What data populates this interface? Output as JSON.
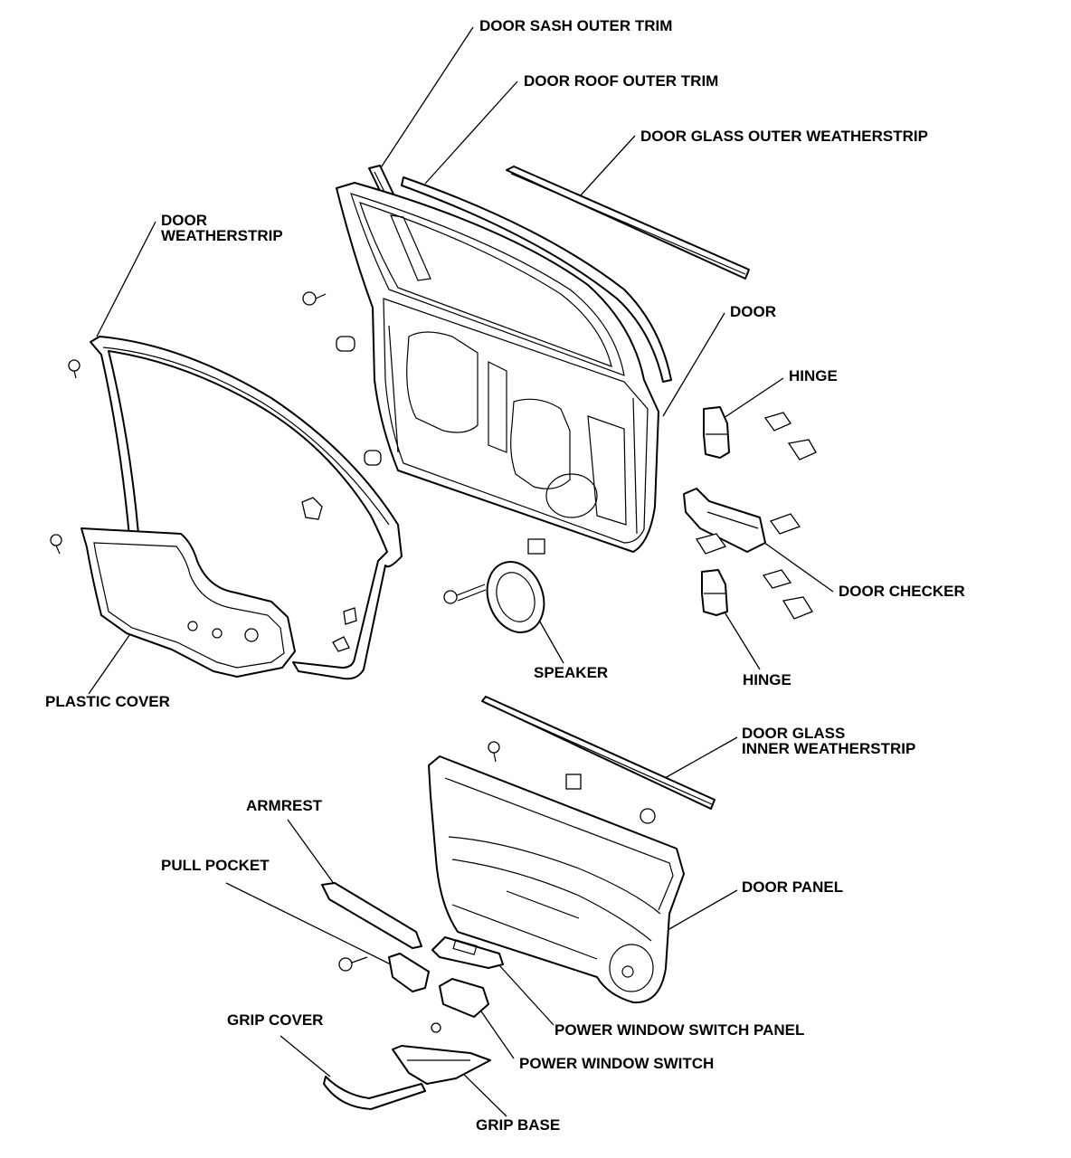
{
  "labels": {
    "door_sash_outer_trim": "DOOR SASH OUTER TRIM",
    "door_roof_outer_trim": "DOOR ROOF OUTER TRIM",
    "door_glass_outer_weatherstrip": "DOOR GLASS OUTER WEATHERSTRIP",
    "door_weatherstrip_line1": "DOOR",
    "door_weatherstrip_line2": "WEATHERSTRIP",
    "door": "DOOR",
    "hinge_upper": "HINGE",
    "door_checker": "DOOR CHECKER",
    "hinge_lower": "HINGE",
    "speaker": "SPEAKER",
    "plastic_cover": "PLASTIC COVER",
    "door_glass_inner_weatherstrip_line1": "DOOR GLASS",
    "door_glass_inner_weatherstrip_line2": "INNER WEATHERSTRIP",
    "armrest": "ARMREST",
    "pull_pocket": "PULL POCKET",
    "door_panel": "DOOR PANEL",
    "power_window_switch_panel": "POWER WINDOW SWITCH PANEL",
    "grip_cover": "GRIP COVER",
    "power_window_switch": "POWER WINDOW SWITCH",
    "grip_base": "GRIP BASE"
  }
}
